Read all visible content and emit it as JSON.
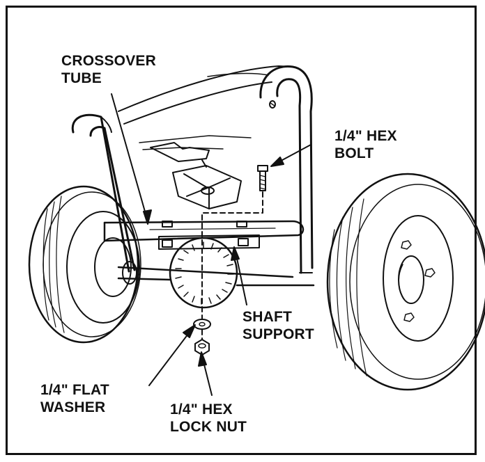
{
  "labels": {
    "crossover_tube": [
      "CROSSOVER",
      "TUBE"
    ],
    "hex_bolt": [
      "1/4\" HEX",
      "BOLT"
    ],
    "shaft_support": [
      "SHAFT",
      "SUPPORT"
    ],
    "flat_washer": [
      "1/4\" FLAT",
      "WASHER"
    ],
    "hex_lock_nut": [
      "1/4\" HEX",
      "LOCK NUT"
    ]
  },
  "colors": {
    "line": "#111111",
    "background": "#ffffff"
  }
}
